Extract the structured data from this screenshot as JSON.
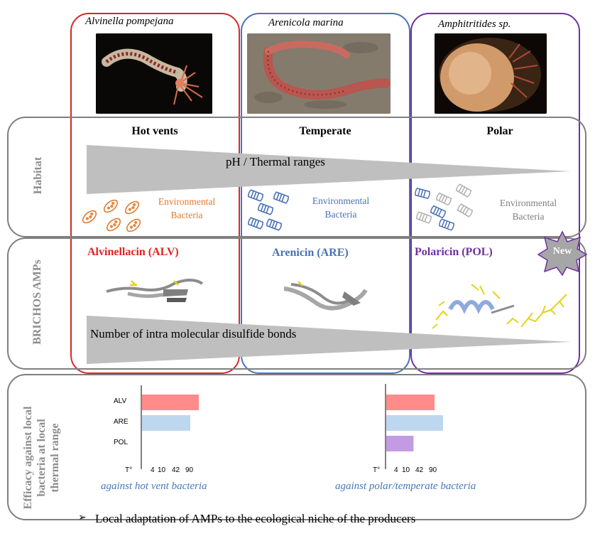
{
  "columns": [
    {
      "species": "Alvinella pompejana",
      "habitat": "Hot vents",
      "color": "#d62728",
      "amp": "Alvinellacin (ALV)",
      "amp_color": "#e0241b"
    },
    {
      "species": "Arenicola marina",
      "habitat": "Temperate",
      "color": "#4a72b8",
      "amp": "Arenicin (ARE)",
      "amp_color": "#4a72b8"
    },
    {
      "species": "Amphitritides sp.",
      "habitat": "Polar",
      "color": "#7030a0",
      "amp": "Polaricin (POL)",
      "amp_color": "#7030a0"
    }
  ],
  "rows": {
    "habitat": "Habitat",
    "amps": "BRICHOS AMPs",
    "efficacy_line1": "Efficacy against local",
    "efficacy_line2": "bacteria at local",
    "efficacy_line3": "thermal range"
  },
  "habitat_wedge": "pH / Thermal ranges",
  "disulfide_wedge": "Number of intra molecular disulfide bonds",
  "bacteria": {
    "hot": {
      "line1": "Environmental",
      "line2": "Bacteria",
      "color": "#e07b2e"
    },
    "temperate": {
      "line1": "Environmental",
      "line2": "Bacteria",
      "color": "#4a72b8"
    },
    "polar": {
      "line1": "Environmental",
      "line2": "Bacteria",
      "color": "#7f7f7f"
    }
  },
  "new_badge": "New",
  "chart_data": [
    {
      "type": "bar",
      "orientation": "horizontal",
      "categories": [
        "ALV",
        "ARE",
        "POL"
      ],
      "values": [
        1.0,
        0.85,
        0
      ],
      "colors": [
        "#ff8b8b",
        "#bdd7ee",
        "#c39be3"
      ],
      "xlabel": "T°",
      "xticks": [
        "4",
        "10",
        "42",
        "90"
      ],
      "caption": "against hot vent bacteria"
    },
    {
      "type": "bar",
      "orientation": "horizontal",
      "categories": [
        "ALV",
        "ARE",
        "POL"
      ],
      "values": [
        0.85,
        1.0,
        0.48
      ],
      "colors": [
        "#ff8b8b",
        "#bdd7ee",
        "#c39be3"
      ],
      "xlabel": "T°",
      "xticks": [
        "4",
        "10",
        "42",
        "90"
      ],
      "caption": "against polar/temperate bacteria"
    }
  ],
  "footer": "Local adaptation of AMPs to the ecological niche of the producers",
  "footer_bullet": "➢"
}
